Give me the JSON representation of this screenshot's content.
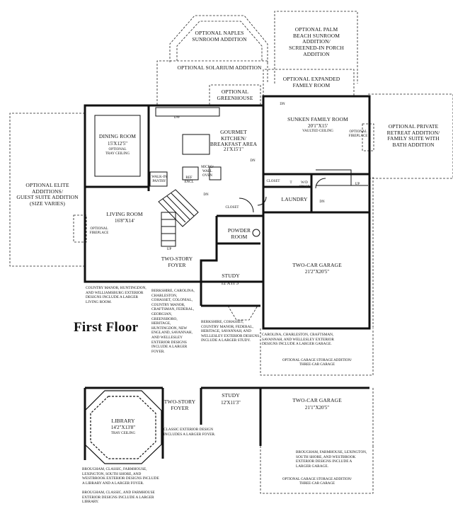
{
  "title": "First Floor",
  "rooms": {
    "naples_sunroom": "OPTIONAL NAPLES\nSUNROOM ADDITION",
    "palm_beach": "OPTIONAL PALM\nBEACH SUNROOM\nADDITION/\nSCREENED-IN PORCH\nADDITION",
    "solarium": "OPTIONAL SOLARIUM ADDITION",
    "expanded_family": "OPTIONAL EXPANDED\nFAMILY ROOM",
    "greenhouse": "OPTIONAL\nGREENHOUSE",
    "sunken_family_room": "SUNKEN FAMILY ROOM",
    "sunken_family_dim": "20'1\"X15'",
    "vaulted": "VAULTED CEILING",
    "fp_family": "OPTIONAL\nFIREPLACE",
    "private_retreat": "OPTIONAL PRIVATE\nRETREAT ADDITION/\nFAMILY SUITE WITH\nBATH ADDITION",
    "dining_room": "DINING ROOM",
    "dining_dim": "15'X12'5\"",
    "tray": "OPTIONAL\nTRAY CEILING",
    "kitchen": "GOURMET\nKITCHEN/\nBREAKFAST AREA",
    "kitchen_dim": "21'X15'1\"",
    "dw": "DW",
    "micro": "MICRO/\nWALL\nOVEN",
    "walkin_pantry": "WALK-IN\nPANTRY",
    "ref": "REF\nENCL",
    "dn1": "DN",
    "dn2": "DN",
    "dn3": "DN",
    "dn4": "DN",
    "up1": "UP",
    "up2": "UP",
    "closet1": "CLOSET",
    "closet2": "CLOSET",
    "wd": "W/D\nSPACE",
    "t": "T",
    "laundry": "LAUNDRY",
    "elite": "OPTIONAL ELITE\nADDITIONS/\nGUEST SUITE ADDITION\n(SIZE VARIES)",
    "living_room": "LIVING ROOM",
    "living_dim": "16'8\"X14'",
    "fp_living": "OPTIONAL\nFIREPLACE",
    "powder": "POWDER\nROOM",
    "foyer": "TWO-STORY\nFOYER",
    "study": "STUDY",
    "study_dim": "12'X11'3\"",
    "garage": "TWO-CAR GARAGE",
    "garage_dim": "21'2\"X20'5\"",
    "garage_storage": "OPTIONAL GARAGE STORAGE ADDITION/\nTHREE-CAR GARAGE",
    "library": "LIBRARY",
    "library_dim": "14'2\"X13'8\"",
    "library_tray": "TRAY CEILING",
    "foyer2": "TWO-STORY\nFOYER",
    "study2": "STUDY",
    "study2_dim": "12'X11'3\"",
    "garage2": "TWO-CAR GARAGE",
    "garage2_dim": "21'1\"X20'5\"",
    "garage_storage2": "OPTIONAL GARAGE STORAGE ADDITION/\nTHREE-CAR GARAGE"
  },
  "notes": {
    "n1": "COUNTRY MANOR, HUNTINGDON,\nAND WILLIAMSBURG EXTERIOR\nDESIGNS INCLUDE A LARGER\nLIVING ROOM.",
    "n2": "BERKSHIRE, CAROLINA,\nCHARLESTON,\nCOHASSET, COLONIAL,\nCOUNTRY MANOR,\nCRAFTSMAN, FEDERAL,\nGEORGIAN,\nGREENSBORO,\nHERITAGE,\nHUNTINGDON, NEW\nENGLAND, SAVANNAH,\nAND WELLESLEY\nEXTERIOR DESIGNS\nINCLUDE A LARGER\nFOYER.",
    "n3": "BERKSHIRE, COHASSET,\nCOUNTRY MANOR, FEDERAL,\nHERITAGE, SAVANNAH, AND\nWELLESLEY EXTERIOR DESIGNS\nINCLUDE A LARGER STUDY.",
    "n4": "CAROLINA, CHARLESTON, CRAFTSMAN,\nSAVANNAH, AND WELLESLEY EXTERIOR\nDESIGNS INCLUDE A LARGER GARAGE.",
    "n5": "CLASSIC EXTERIOR DESIGN\nINCLUDES A LARGER FOYER.",
    "n6": "BROUGHAM, FARMHOUSE, LEXINGTON,\nSOUTH SHORE, AND WESTBROOK\nEXTERIOR DESIGNS INCLUDE A\nLARGER GARAGE.",
    "n7": "BROUGHAM, CLASSIC, FARMHOUSE,\nLEXINGTON, SOUTH SHORE, AND\nWESTBROOK EXTERIOR DESIGNS INCLUDE\nA LIBRARY AND A LARGER FOYER.",
    "n8": "BROUGHAM, CLASSIC, AND FARMHOUSE\nEXTERIOR DESIGNS INCLUDE A LARGER\nLIBRARY."
  }
}
